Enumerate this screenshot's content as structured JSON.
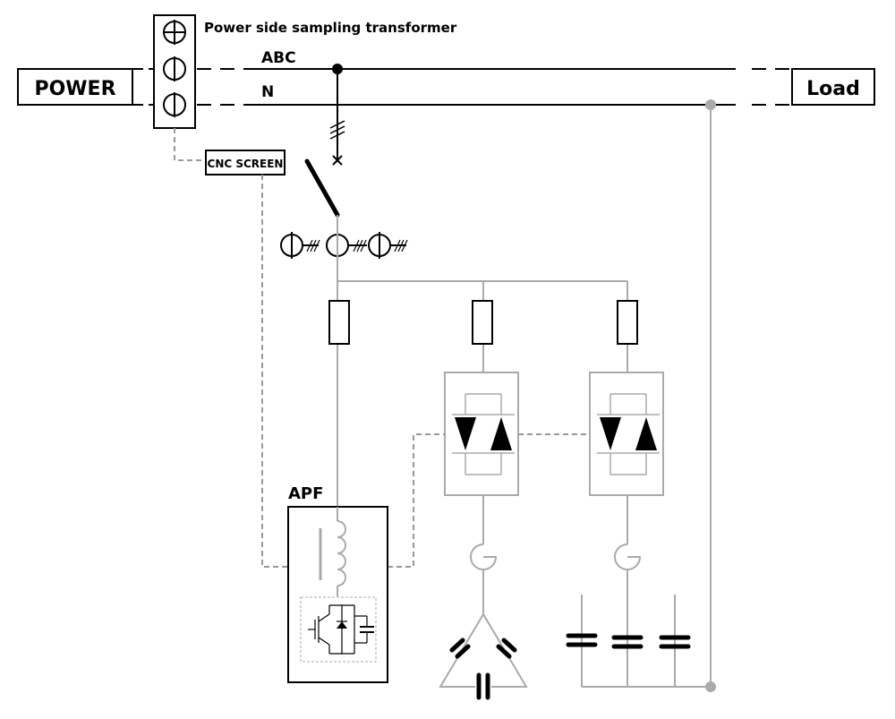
{
  "labels": {
    "power": "POWER",
    "load": "Load",
    "transformer": "Power side sampling transformer",
    "abc": "ABC",
    "n": "N",
    "cnc_screen": "CNC SCREEN",
    "apf": "APF"
  }
}
